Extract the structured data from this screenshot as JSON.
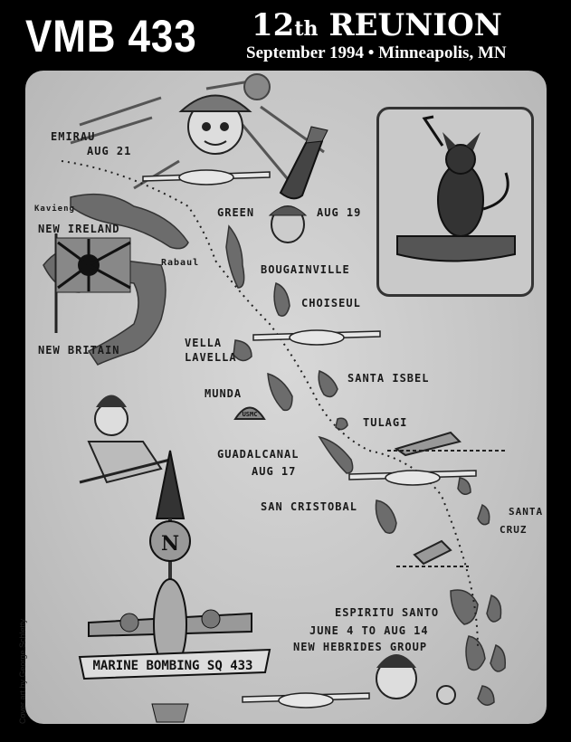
{
  "header": {
    "unit": "VMB 433",
    "reunion_num": "12",
    "reunion_suffix": "th",
    "reunion_word": "REUNION",
    "date_location": "September 1994 • Minneapolis, MN"
  },
  "map": {
    "labels": {
      "emirau": "EMIRAU",
      "emirau_date": "AUG 21",
      "kavieng": "Kavieng",
      "new_ireland": "NEW IRELAND",
      "rabaul": "Rabaul",
      "new_britain": "NEW BRITAIN",
      "green": "GREEN",
      "green_date": "AUG 19",
      "bougainville": "BOUGAINVILLE",
      "choiseul": "CHOISEUL",
      "vella": "VELLA",
      "lavella": "LAVELLA",
      "santa_isbel": "SANTA ISBEL",
      "munda": "MUNDA",
      "tulagi": "TULAGI",
      "guadalcanal": "GUADALCANAL",
      "guadalcanal_date": "AUG 17",
      "san_cristobal": "SAN CRISTOBAL",
      "santa": "SANTA",
      "cruz": "CRUZ",
      "espiritu": "ESPIRITU SANTO",
      "espiritu_dates": "JUNE 4 TO AUG 14",
      "hebrides": "NEW HEBRIDES GROUP",
      "compass_n": "N",
      "banner": "MARINE BOMBING SQ 433",
      "usmc": "USMC"
    },
    "credit": "Cover art by George Schletty"
  }
}
